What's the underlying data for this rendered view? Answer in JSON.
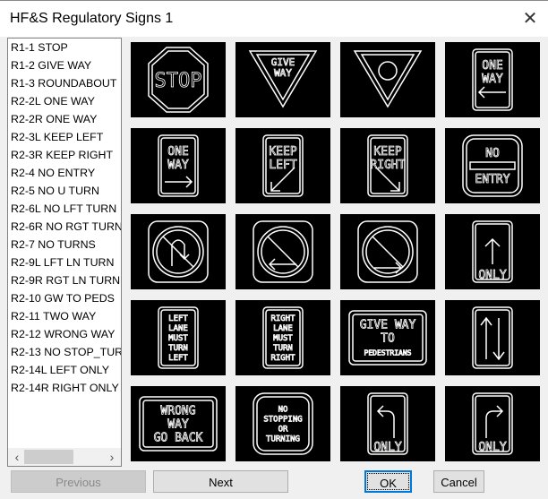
{
  "window": {
    "title": "HF&S Regulatory Signs 1",
    "close_icon": "close-icon"
  },
  "list": {
    "items": [
      "R1-1 STOP",
      "R1-2 GIVE WAY",
      "R1-3 ROUNDABOUT",
      "R2-2L ONE WAY",
      "R2-2R ONE WAY",
      "R2-3L KEEP LEFT",
      "R2-3R KEEP RIGHT",
      "R2-4 NO ENTRY",
      "R2-5 NO U TURN",
      "R2-6L NO LFT TURN",
      "R2-6R NO RGT TURN",
      "R2-7 NO TURNS",
      "R2-9L LFT LN TURN",
      "R2-9R RGT LN TURN",
      "R2-10 GW TO PEDS",
      "R2-11 TWO WAY",
      "R2-12 WRONG WAY",
      "R2-13 NO STOP_TUR",
      "R2-14L LEFT ONLY",
      "R2-14R RIGHT ONLY"
    ]
  },
  "signs": [
    {
      "shape": "octagon",
      "lines": [
        "STOP"
      ]
    },
    {
      "shape": "triangle",
      "lines": [
        "GIVE",
        "WAY"
      ]
    },
    {
      "shape": "triangle-round",
      "lines": []
    },
    {
      "shape": "rect-tall",
      "lines": [
        "ONE",
        "WAY"
      ],
      "arrow": "left"
    },
    {
      "shape": "rect-tall",
      "lines": [
        "ONE",
        "WAY"
      ],
      "arrow": "right"
    },
    {
      "shape": "rect-tall",
      "lines": [
        "KEEP",
        "LEFT"
      ],
      "arrow": "down-left"
    },
    {
      "shape": "rect-tall",
      "lines": [
        "KEEP",
        "RIGHT"
      ],
      "arrow": "down-right"
    },
    {
      "shape": "round-rect",
      "lines": [
        "NO",
        "ENTRY"
      ],
      "arrow": "bar"
    },
    {
      "shape": "prohibit",
      "lines": [],
      "arrow": "u"
    },
    {
      "shape": "prohibit",
      "lines": [],
      "arrow": "left"
    },
    {
      "shape": "prohibit",
      "lines": [],
      "arrow": "right"
    },
    {
      "shape": "rect-tall",
      "lines": [
        "ONLY"
      ],
      "arrow": "up"
    },
    {
      "shape": "rect-tall",
      "lines": [
        "LEFT",
        "LANE",
        "MUST",
        "TURN",
        "LEFT"
      ]
    },
    {
      "shape": "rect-tall",
      "lines": [
        "RIGHT",
        "LANE",
        "MUST",
        "TURN",
        "RIGHT"
      ]
    },
    {
      "shape": "rect-wide",
      "lines": [
        "GIVE WAY",
        "TO",
        "PEDESTRIANS"
      ]
    },
    {
      "shape": "rect-tall",
      "lines": [],
      "arrow": "two-way"
    },
    {
      "shape": "rect-wide",
      "lines": [
        "WRONG",
        "WAY",
        "GO BACK"
      ]
    },
    {
      "shape": "round-rect",
      "lines": [
        "NO",
        "STOPPING",
        "OR",
        "TURNING"
      ]
    },
    {
      "shape": "rect-tall",
      "lines": [
        "ONLY"
      ],
      "arrow": "turn-left"
    },
    {
      "shape": "rect-tall",
      "lines": [
        "ONLY"
      ],
      "arrow": "turn-right"
    }
  ],
  "buttons": {
    "previous": "Previous",
    "next": "Next",
    "ok": "OK",
    "cancel": "Cancel"
  }
}
